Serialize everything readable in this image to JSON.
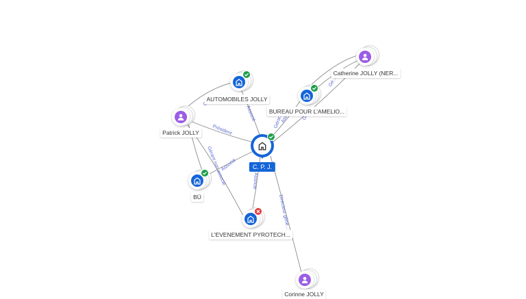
{
  "center": {
    "label": "C. P. J."
  },
  "nodes": {
    "automobiles": {
      "label": "AUTOMOBILES JOLLY",
      "type": "company",
      "status": "ok"
    },
    "bureau": {
      "label": "BUREAU POUR L'AMELIO...",
      "type": "company",
      "status": "ok"
    },
    "catherine": {
      "label": "Catherine JOLLY (NER...",
      "type": "person"
    },
    "patrick": {
      "label": "Patrick JOLLY",
      "type": "person"
    },
    "bu": {
      "label": "BÜ",
      "type": "company",
      "status": "ok"
    },
    "evenement": {
      "label": "L'EVENEMENT PYROTECH...",
      "type": "company",
      "status": "ko"
    },
    "corinne": {
      "label": "Corinne JOLLY",
      "type": "person"
    }
  },
  "edges": {
    "e1": "Associé",
    "e2": "Président",
    "e3": "Associé",
    "e4": "Gérant non associé",
    "e5": "Associé",
    "e6": "Directeur géné...",
    "e7": "Associé",
    "e8": "Gérant",
    "e9": "Gérant",
    "e10": "Gé...",
    "e11": "Gé..."
  },
  "colors": {
    "company": "#1565d8",
    "person": "#9b5de5",
    "ok": "#1e9e4a",
    "ko": "#e23b3b",
    "edge": "#7a7a7a",
    "edge_label": "#5b6cd6"
  }
}
